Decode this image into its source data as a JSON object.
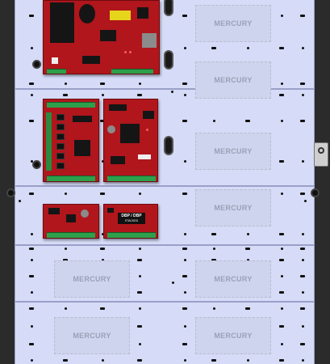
{
  "enclosure": {
    "backplate_color": "#d6dbf7",
    "board_color": "#b0161c"
  },
  "placeholders": [
    {
      "label": "MERCURY"
    },
    {
      "label": "MERCURY"
    },
    {
      "label": "MERCURY"
    },
    {
      "label": "MERCURY"
    },
    {
      "label": "MERCURY"
    },
    {
      "label": "MERCURY"
    },
    {
      "label": "MERCURY"
    },
    {
      "label": "MERCURY"
    }
  ],
  "boards": {
    "power_supply": {
      "icon": "power-supply-board-icon"
    },
    "relay_board": {
      "icon": "relay-board-icon"
    },
    "controller_board": {
      "icon": "controller-board-icon"
    },
    "reader_board": {
      "icon": "reader-board-icon"
    },
    "dbp_board": {
      "label": "DBP / DBP",
      "sublabel": "STACKED"
    }
  }
}
